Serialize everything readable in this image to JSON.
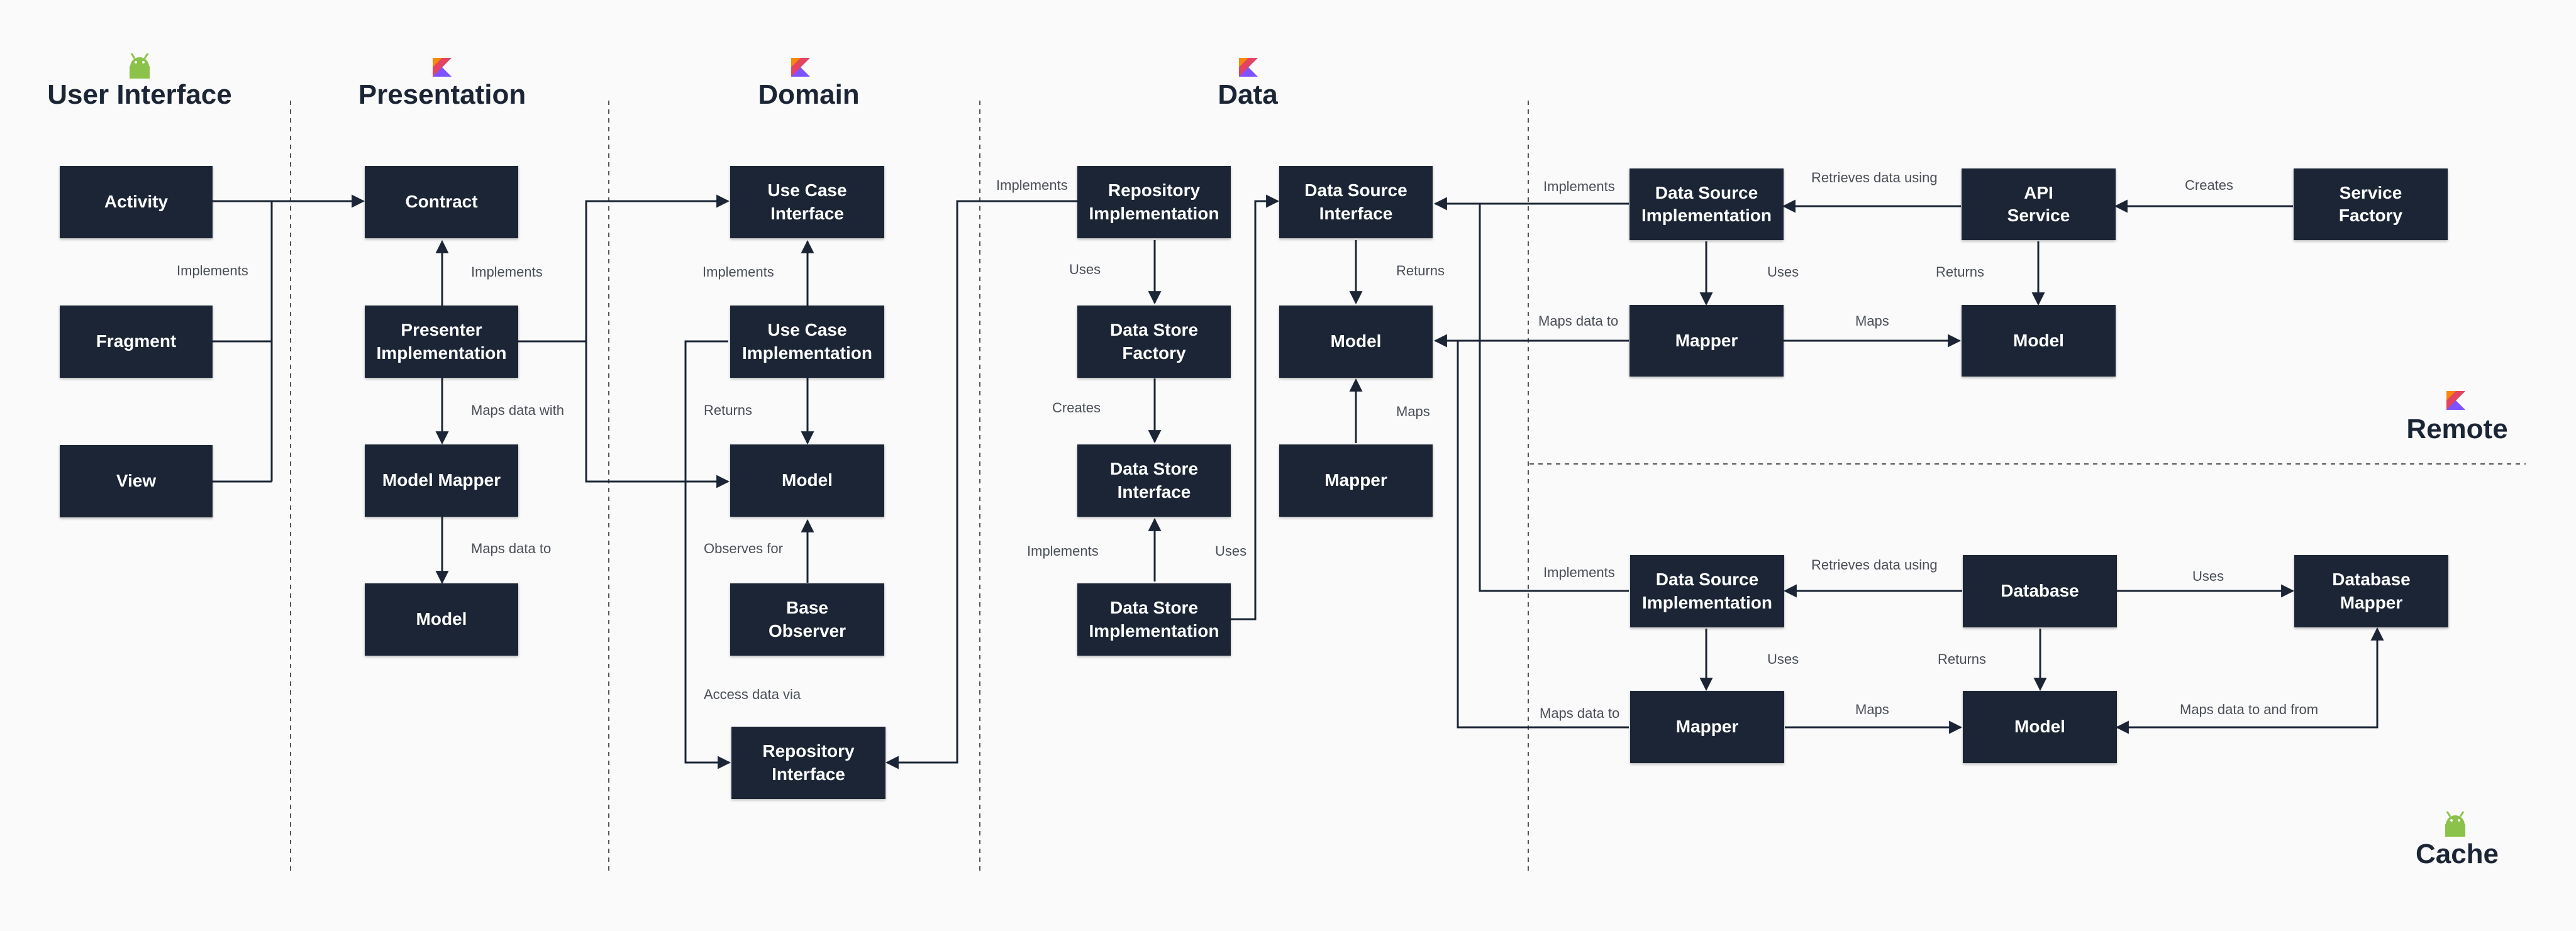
{
  "colors": {
    "box_fill": "#1b2535",
    "box_text": "#ffffff",
    "line": "#1b2535",
    "divider": "#555555",
    "background": "#fafafa",
    "android": "#8bc34a"
  },
  "sections": {
    "ui": "User Interface",
    "presentation": "Presentation",
    "domain": "Domain",
    "data": "Data",
    "remote": "Remote",
    "cache": "Cache"
  },
  "section_icons": {
    "ui": "android-icon",
    "presentation": "kotlin-icon",
    "domain": "kotlin-icon",
    "data": "kotlin-icon",
    "remote": "kotlin-icon",
    "cache": "android-icon"
  },
  "boxes": {
    "activity": "Activity",
    "fragment": "Fragment",
    "view": "View",
    "contract": "Contract",
    "presenter_impl": "Presenter\nImplementation",
    "model_mapper": "Model Mapper",
    "pres_model": "Model",
    "usecase_interface": "Use Case\nInterface",
    "usecase_impl": "Use Case\nImplementation",
    "domain_model": "Model",
    "base_observer": "Base\nObserver",
    "repository_interface": "Repository\nInterface",
    "repository_impl": "Repository\nImplementation",
    "datastore_factory": "Data Store\nFactory",
    "datastore_interface": "Data Store\nInterface",
    "datastore_impl": "Data Store\nImplementation",
    "datasource_interface": "Data Source\nInterface",
    "data_model": "Model",
    "data_mapper": "Mapper",
    "remote_datasource_impl": "Data Source\nImplementation",
    "api_service": "API\nService",
    "service_factory": "Service\nFactory",
    "remote_mapper": "Mapper",
    "remote_model": "Model",
    "cache_datasource_impl": "Data Source\nImplementation",
    "database": "Database",
    "database_mapper": "Database\nMapper",
    "cache_mapper": "Mapper",
    "cache_model": "Model"
  },
  "labels": {
    "ui_implements": "Implements",
    "pres_implements": "Implements",
    "pres_maps_with": "Maps data with",
    "pres_maps_to": "Maps data to",
    "dom_implements": "Implements",
    "dom_returns": "Returns",
    "dom_observes": "Observes for",
    "dom_access": "Access data via",
    "data_implements_repo": "Implements",
    "data_uses": "Uses",
    "data_creates": "Creates",
    "data_implements_ds": "Implements",
    "data_uses_ds": "Uses",
    "data_returns": "Returns",
    "data_maps": "Maps",
    "remote_implements": "Implements",
    "remote_retrieves": "Retrieves data using",
    "remote_creates": "Creates",
    "remote_uses": "Uses",
    "remote_returns": "Returns",
    "remote_maps_to": "Maps data to",
    "remote_maps": "Maps",
    "cache_implements": "Implements",
    "cache_retrieves": "Retrieves data using",
    "cache_uses_db": "Uses",
    "cache_uses": "Uses",
    "cache_returns": "Returns",
    "cache_maps_to": "Maps data to",
    "cache_maps": "Maps",
    "cache_maps_to_from": "Maps data to and from"
  }
}
